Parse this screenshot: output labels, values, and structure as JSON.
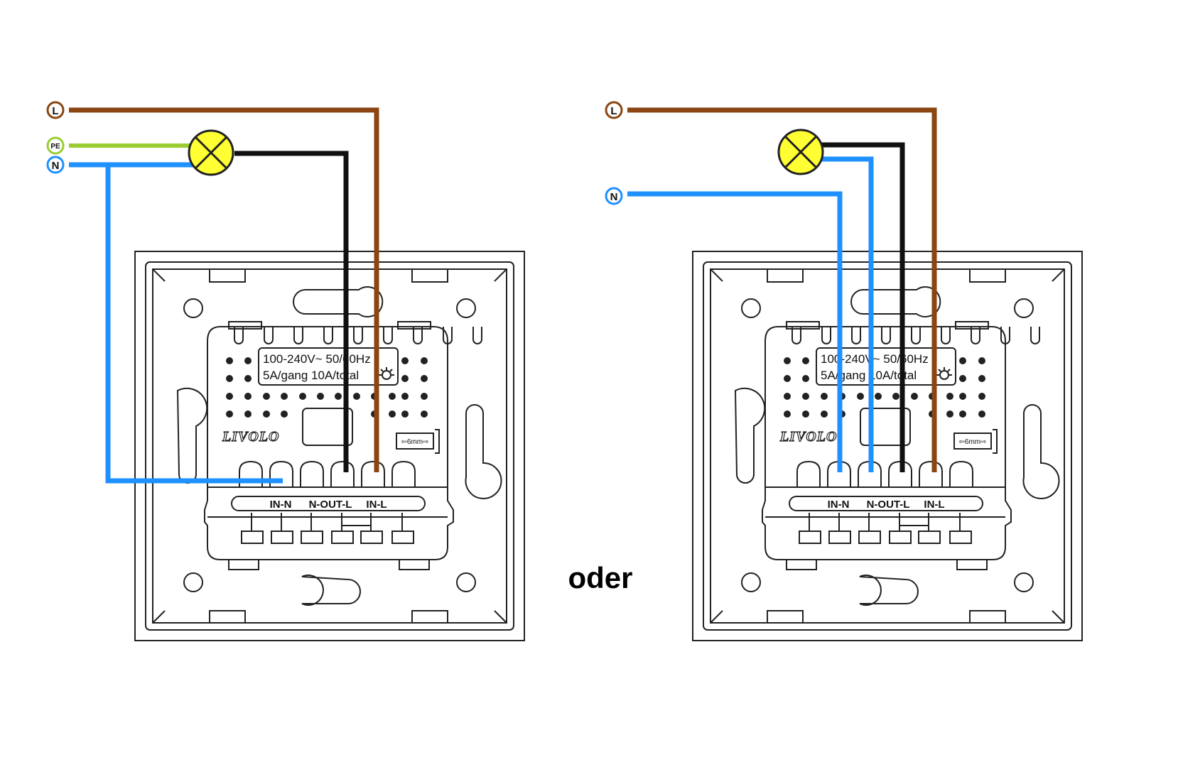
{
  "wire_labels": {
    "live": "L",
    "earth": "PE",
    "neutral": "N"
  },
  "module": {
    "rating_line1": "100-240V~ 50/60Hz",
    "rating_line2": "5A/gang 10A/total",
    "brand": "LIVOLO",
    "strip_length": "6mm",
    "terminal_in_n": "IN-N",
    "terminal_n_out_l": "N-OUT-L",
    "terminal_in_l": "IN-L"
  },
  "separator": "oder",
  "colors": {
    "live": "#8B4513",
    "neutral": "#1E90FF",
    "earth": "#9ACD32",
    "output": "#111111",
    "lamp": "#FFFF33",
    "outline": "#222222"
  }
}
